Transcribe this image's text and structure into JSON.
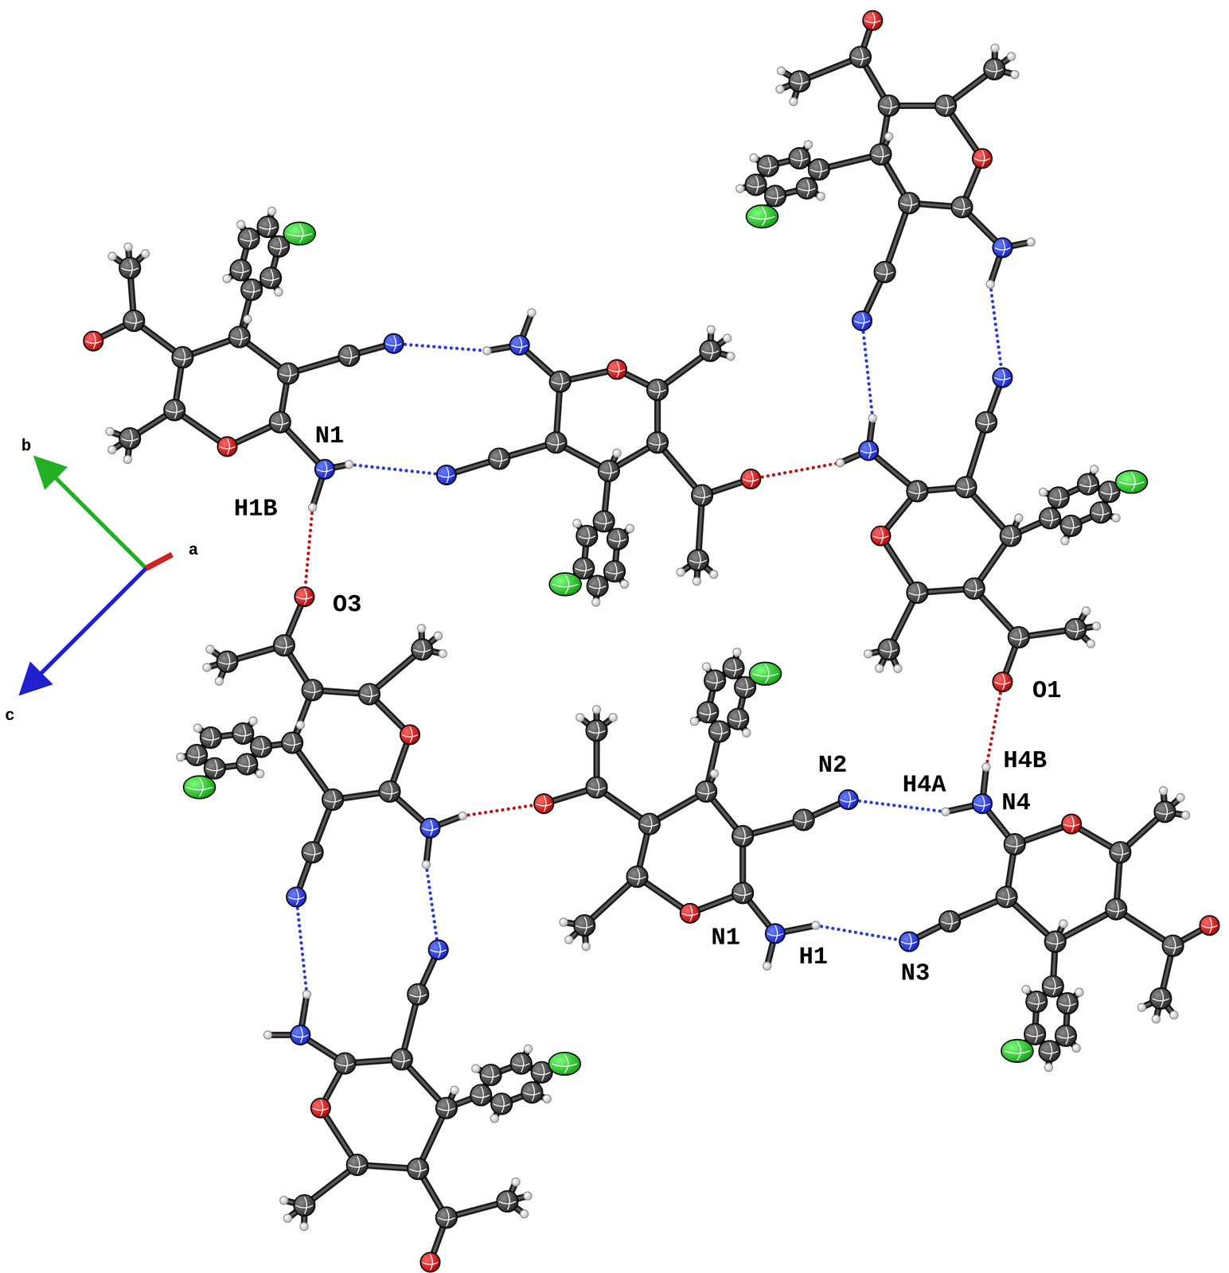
{
  "diagram": {
    "labels": [
      "b",
      "N1",
      "H1B",
      "a",
      "O3",
      "c",
      "O1",
      "N2",
      "H4B",
      "H4A",
      "N4",
      "N1",
      "H1",
      "N3"
    ]
  }
}
